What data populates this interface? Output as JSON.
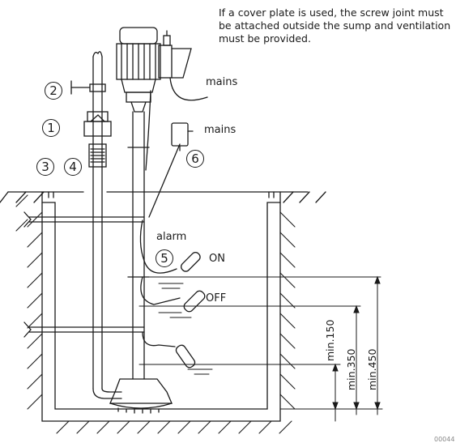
{
  "note": "If a cover plate is used, the screw joint must be attached outside the sump and ventilation must be provided.",
  "labels": {
    "mains_motor": "mains",
    "mains_switch": "mains",
    "alarm": "alarm",
    "on": "ON",
    "off": "OFF"
  },
  "callouts": [
    "1",
    "2",
    "3",
    "4",
    "5",
    "6"
  ],
  "dimensions": [
    "min.150",
    "min.350",
    "min.450"
  ],
  "code": "00044"
}
